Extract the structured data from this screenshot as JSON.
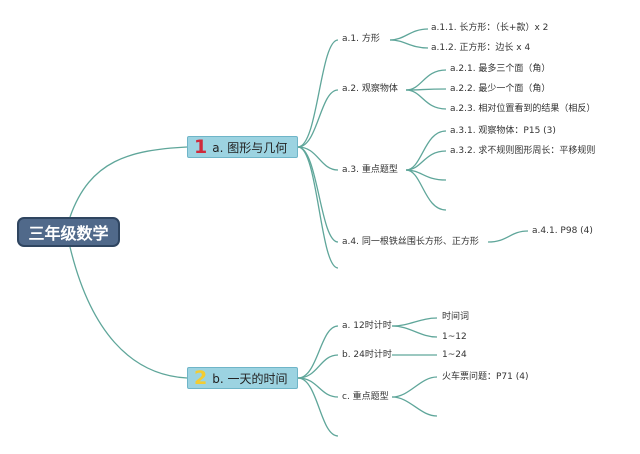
{
  "root": {
    "label": "三年级数学"
  },
  "branches": [
    {
      "number": "1",
      "label": "a. 图形与几何",
      "children": [
        {
          "label": "a.1. 方形",
          "children": [
            "a.1.1. 长方形：（长+款）x 2",
            "a.1.2. 正方形：边长 x 4"
          ]
        },
        {
          "label": "a.2. 观察物体",
          "children": [
            "a.2.1. 最多三个面（角）",
            "a.2.2. 最少一个面（角）",
            "a.2.3. 相对位置看到的结果（相反）"
          ]
        },
        {
          "label": "a.3. 重点题型",
          "children": [
            "a.3.1. 观察物体：P15 (3)",
            "a.3.2. 求不规则图形周长：平移规则",
            "",
            ""
          ]
        },
        {
          "label": "a.4. 同一根铁丝围长方形、正方形",
          "children": [
            "a.4.1. P98 (4)"
          ]
        },
        {
          "label": ""
        }
      ]
    },
    {
      "number": "2",
      "label": "b. 一天的时间",
      "children": [
        {
          "label": "a. 12时计时",
          "children": [
            "时间词",
            "1~12"
          ]
        },
        {
          "label": "b. 24时计时",
          "children": [
            "1~24"
          ]
        },
        {
          "label": "c. 重点题型",
          "children": [
            "火车票问题：P71 (4)",
            ""
          ]
        },
        {
          "label": ""
        }
      ]
    }
  ],
  "colors": {
    "line": "#5fa69a",
    "root_fill": "#50698a",
    "branch_fill": "#9cd3e1",
    "num_1": "#cf2a3c",
    "num_2": "#f3cc32"
  }
}
